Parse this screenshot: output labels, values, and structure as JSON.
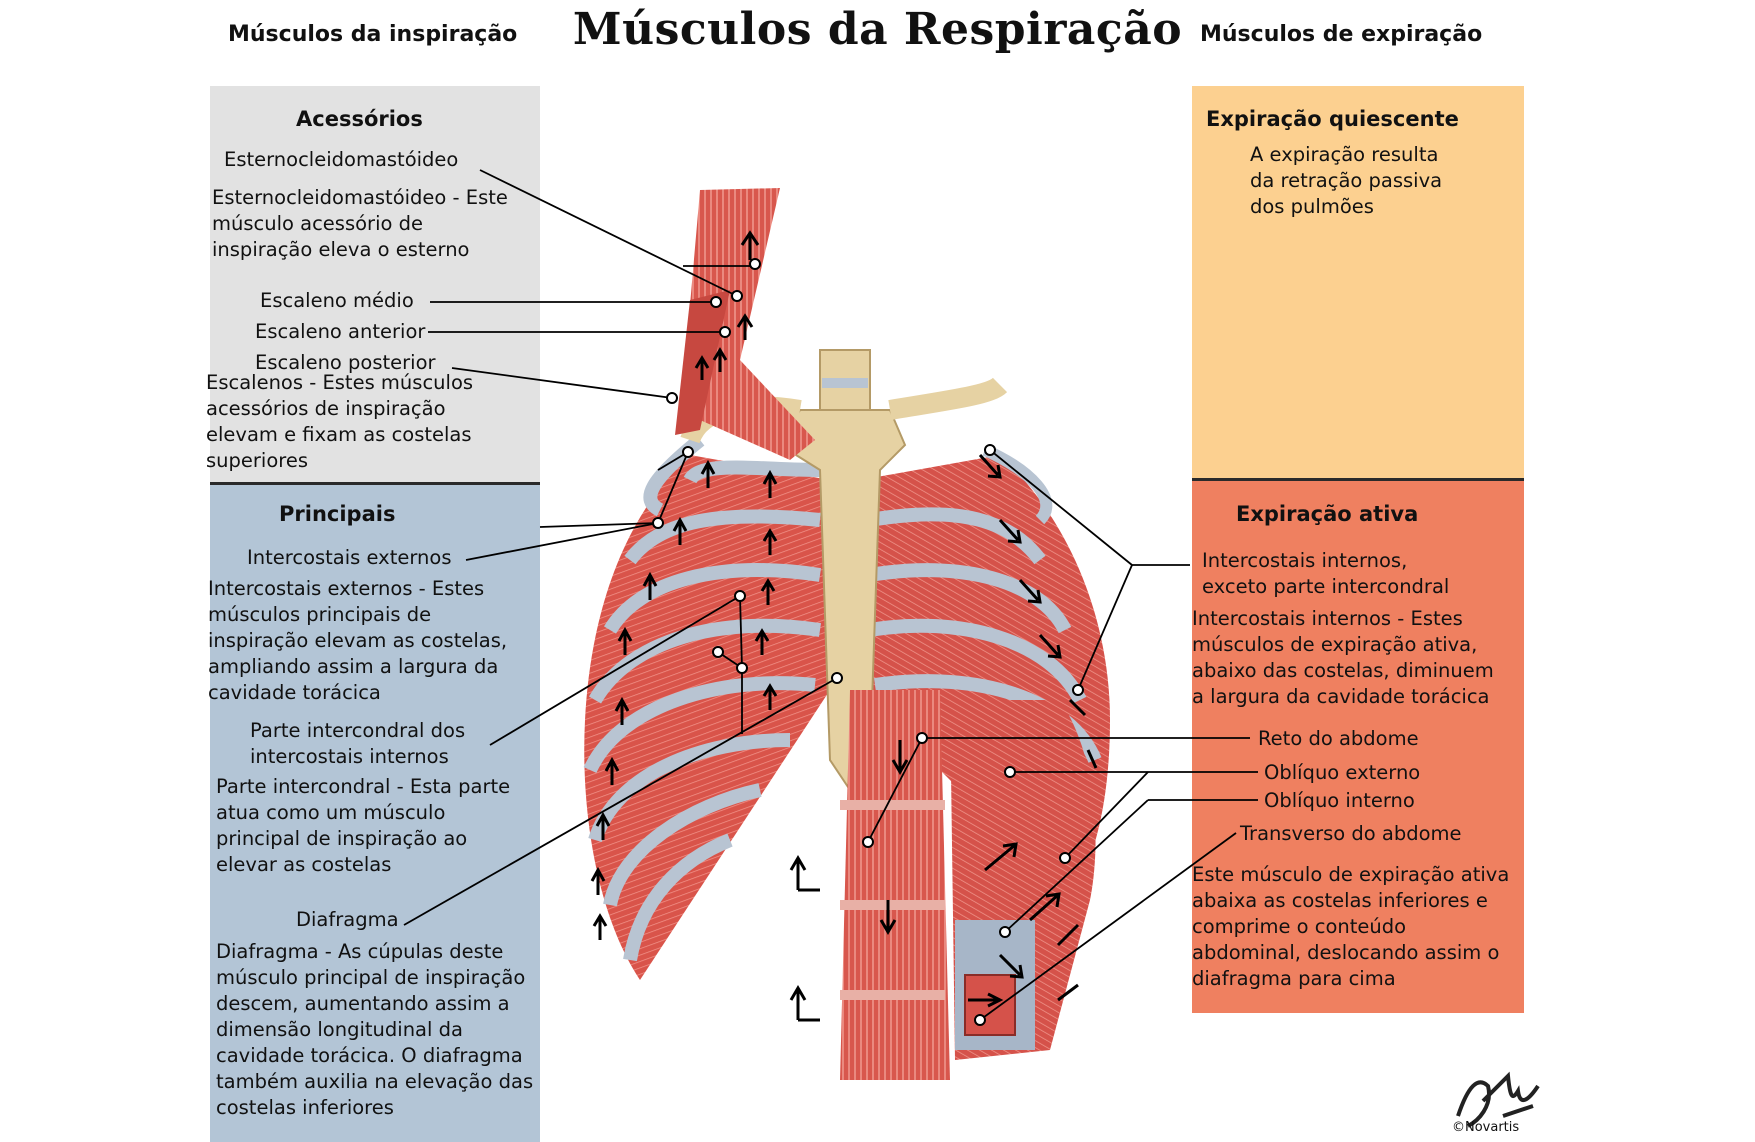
{
  "title": "Músculos da Respiração",
  "left_header": "Músculos da inspiração",
  "right_header": "Músculos de expiração",
  "accessory": {
    "heading": "Acessórios",
    "scm_label": "Esternocleidomastóideo",
    "scm_desc": [
      "Esternocleidomastóideo - Este",
      "músculo acessório de",
      "inspiração eleva o esterno"
    ],
    "scalene_middle": "Escaleno médio",
    "scalene_anterior": "Escaleno anterior",
    "scalene_posterior": "Escaleno posterior",
    "scalene_desc": [
      "Escalenos - Estes músculos",
      "acessórios de inspiração",
      "elevam e fixam as costelas",
      "superiores"
    ]
  },
  "principal": {
    "heading": "Principais",
    "ext_label": "Intercostais externos",
    "ext_desc": [
      "Intercostais externos - Estes",
      "músculos principais de",
      "inspiração elevam as costelas,",
      "ampliando assim a largura da",
      "cavidade torácica"
    ],
    "intercond_label": [
      "Parte intercondral dos",
      "intercostais internos"
    ],
    "intercond_desc": [
      "Parte intercondral - Esta parte",
      "atua como um músculo",
      "principal de inspiração ao",
      "elevar as costelas"
    ],
    "diaphragm_label": "Diafragma",
    "diaphragm_desc": [
      "Diafragma - As cúpulas deste",
      "músculo principal de inspiração",
      "descem, aumentando assim a",
      "dimensão longitudinal da",
      "cavidade torácica. O diafragma",
      "também auxilia na elevação das",
      "costelas inferiores"
    ]
  },
  "quiet": {
    "heading": "Expiração quiescente",
    "desc": [
      "A expiração resulta",
      "da retração passiva",
      "dos pulmões"
    ]
  },
  "active": {
    "heading": "Expiração ativa",
    "int_label": [
      "Intercostais internos,",
      "exceto parte intercondral"
    ],
    "int_desc": [
      "Intercostais internos - Estes",
      "músculos de expiração ativa,",
      "abaixo das costelas, diminuem",
      "a largura da cavidade torácica"
    ],
    "rectus": "Reto do abdome",
    "ext_oblique": "Oblíquo externo",
    "int_oblique": "Oblíquo interno",
    "transverse": "Transverso do abdome",
    "abd_desc": [
      "Este músculo de expiração ativa",
      "abaixa as costelas inferiores e",
      "comprime o conteúdo",
      "abdominal, deslocando assim o",
      "diafragma para cima"
    ]
  },
  "copyright": "©Novartis",
  "colors": {
    "accessory_bg": "#e2e2e2",
    "principal_bg": "#b3c5d6",
    "quiet_bg": "#fcd090",
    "active_bg": "#ef8060",
    "muscle": "#d9544a",
    "bone": "#e6d2a3",
    "cartilage": "#b8c4d2"
  }
}
